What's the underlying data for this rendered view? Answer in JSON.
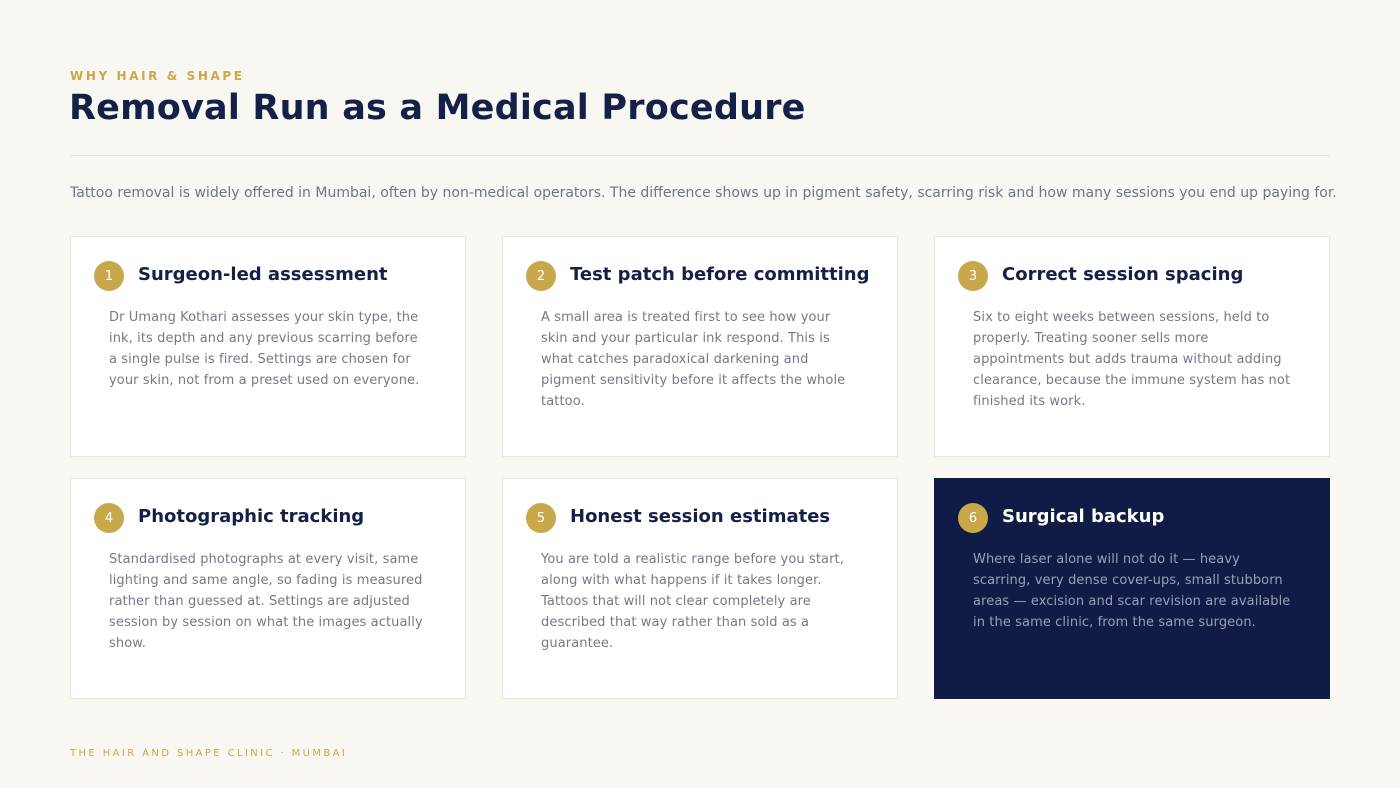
{
  "header": {
    "eyebrow": "WHY HAIR & SHAPE",
    "title": "Removal Run as a Medical Procedure",
    "intro": "Tattoo removal is widely offered in Mumbai, often by non-medical operators. The difference shows up in pigment safety, scarring risk and how many sessions you end up paying for."
  },
  "cards": [
    {
      "number": "1",
      "title": "Surgeon-led assessment",
      "body": "Dr Umang Kothari assesses your skin type, the ink, its depth and any previous scarring before a single pulse is fired. Settings are chosen for your skin, not from a preset used on everyone."
    },
    {
      "number": "2",
      "title": "Test patch before committing",
      "body": "A small area is treated first to see how your skin and your particular ink respond. This is what catches paradoxical darkening and pigment sensitivity before it affects the whole tattoo."
    },
    {
      "number": "3",
      "title": "Correct session spacing",
      "body": "Six to eight weeks between sessions, held to properly. Treating sooner sells more appointments but adds trauma without adding clearance, because the immune system has not finished its work."
    },
    {
      "number": "4",
      "title": "Photographic tracking",
      "body": "Standardised photographs at every visit, same lighting and same angle, so fading is measured rather than guessed at. Settings are adjusted session by session on what the images actually show."
    },
    {
      "number": "5",
      "title": "Honest session estimates",
      "body": "You are told a realistic range before you start, along with what happens if it takes longer. Tattoos that will not clear completely are described that way rather than sold as a guarantee."
    },
    {
      "number": "6",
      "title": "Surgical backup",
      "body": "Where laser alone will not do it — heavy scarring, very dense cover-ups, small stubborn areas — excision and scar revision are available in the same clinic, from the same surgeon."
    }
  ],
  "footer": {
    "text": "THE HAIR AND SHAPE CLINIC · MUMBAI"
  },
  "colors": {
    "background": "#f9f7f2",
    "navy": "#101c46",
    "gold": "#c9a84c"
  }
}
